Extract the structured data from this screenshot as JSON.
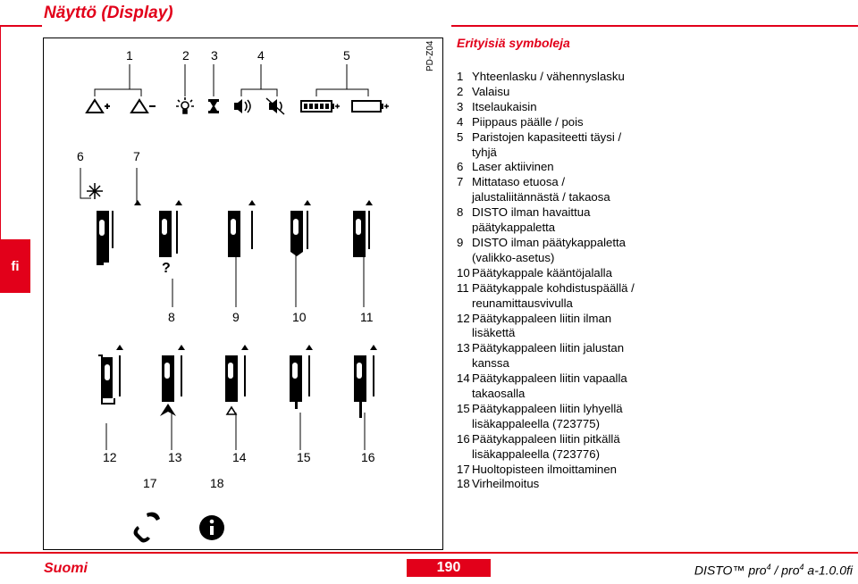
{
  "header": {
    "title": "Näyttö (Display)"
  },
  "side_tab": {
    "label": "fi"
  },
  "figure": {
    "code": "PD-Z04",
    "top_numbers": [
      "1",
      "2",
      "3",
      "4",
      "5"
    ],
    "left_numbers": [
      "6",
      "7"
    ],
    "row1_numbers": [
      "8",
      "9",
      "10",
      "11"
    ],
    "row2_numbers": [
      "12",
      "13",
      "14",
      "15",
      "16"
    ],
    "row3_numbers": [
      "17",
      "18"
    ]
  },
  "section": {
    "title": "Erityisiä symboleja"
  },
  "legend": [
    {
      "num": "1",
      "lines": [
        "Yhteenlasku / vähennyslasku"
      ]
    },
    {
      "num": "2",
      "lines": [
        "Valaisu"
      ]
    },
    {
      "num": "3",
      "lines": [
        "Itselaukaisin"
      ]
    },
    {
      "num": "4",
      "lines": [
        "Piippaus päälle / pois"
      ]
    },
    {
      "num": "5",
      "lines": [
        "Paristojen kapasiteetti täysi /",
        "tyhjä"
      ]
    },
    {
      "num": "6",
      "lines": [
        "Laser aktiivinen"
      ]
    },
    {
      "num": "7",
      "lines": [
        "Mittataso etuosa /",
        "jalustaliitännästä / takaosa"
      ]
    },
    {
      "num": "8",
      "lines": [
        "DISTO ilman havaittua",
        "päätykappaletta"
      ]
    },
    {
      "num": "9",
      "lines": [
        "DISTO ilman päätykappaletta",
        "(valikko-asetus)"
      ]
    },
    {
      "num": "10",
      "lines": [
        "Päätykappale kääntöjalalla"
      ]
    },
    {
      "num": "11",
      "lines": [
        "Päätykappale kohdistuspäällä /",
        "reunamittausvivulla"
      ]
    },
    {
      "num": "12",
      "lines": [
        "Päätykappaleen liitin ilman",
        "lisäkettä"
      ]
    },
    {
      "num": "13",
      "lines": [
        "Päätykappaleen liitin jalustan",
        "kanssa"
      ]
    },
    {
      "num": "14",
      "lines": [
        "Päätykappaleen liitin vapaalla",
        "takaosalla"
      ]
    },
    {
      "num": "15",
      "lines": [
        "Päätykappaleen liitin lyhyellä",
        "lisäkappaleella (723775)"
      ]
    },
    {
      "num": "16",
      "lines": [
        "Päätykappaleen liitin pitkällä",
        "lisäkappaleella (723776)"
      ]
    },
    {
      "num": "17",
      "lines": [
        "Huoltopisteen ilmoittaminen"
      ]
    },
    {
      "num": "18",
      "lines": [
        "Virheilmoitus"
      ]
    }
  ],
  "footer": {
    "language": "Suomi",
    "page": "190",
    "product": "DISTO™ pro",
    "product_sup": "4",
    "product_sep": " / pro",
    "product_sup2": "4",
    "version": " a-1.0.0fi"
  },
  "colors": {
    "accent": "#e2001a"
  }
}
